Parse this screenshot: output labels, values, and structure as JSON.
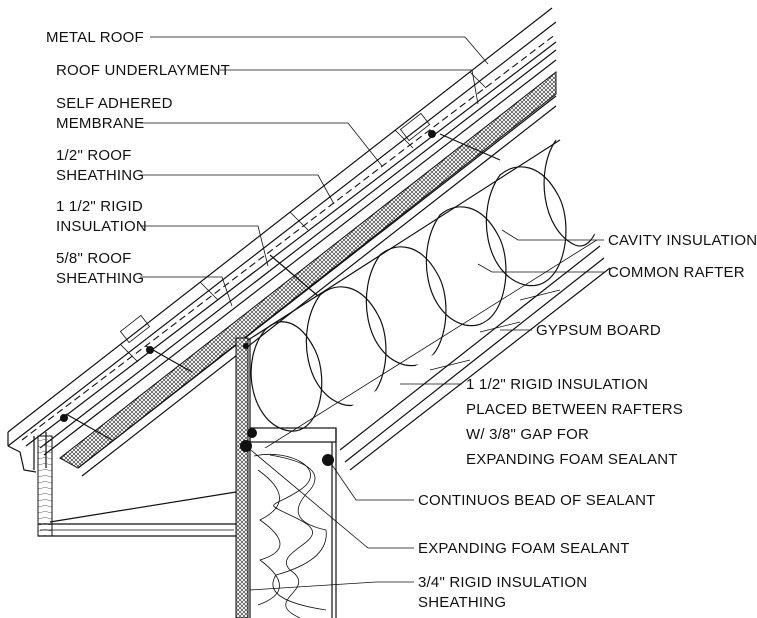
{
  "labels": {
    "metal_roof": "METAL ROOF",
    "roof_underlayment": "ROOF UNDERLAYMENT",
    "self_adhered_1": "SELF ADHERED",
    "self_adhered_2": "MEMBRANE",
    "half_sheathing_1": "1/2\" ROOF",
    "half_sheathing_2": "SHEATHING",
    "rigid_1": "1 1/2\" RIGID",
    "rigid_2": "INSULATION",
    "five_eighth_1": "5/8\" ROOF",
    "five_eighth_2": "SHEATHING",
    "cavity_insulation": "CAVITY INSULATION",
    "common_rafter": "COMMON RAFTER",
    "gypsum_board": "GYPSUM BOARD",
    "rigid_between_1": "1 1/2\" RIGID INSULATION",
    "rigid_between_2": "PLACED BETWEEN RAFTERS",
    "rigid_between_3": "W/ 3/8\" GAP FOR",
    "rigid_between_4": "EXPANDING FOAM SEALANT",
    "bead_sealant": "CONTINUOS BEAD OF SEALANT",
    "foam_sealant": "EXPANDING FOAM SEALANT",
    "wall_sheathing_1": "3/4\" RIGID  INSULATION",
    "wall_sheathing_2": "SHEATHING"
  }
}
